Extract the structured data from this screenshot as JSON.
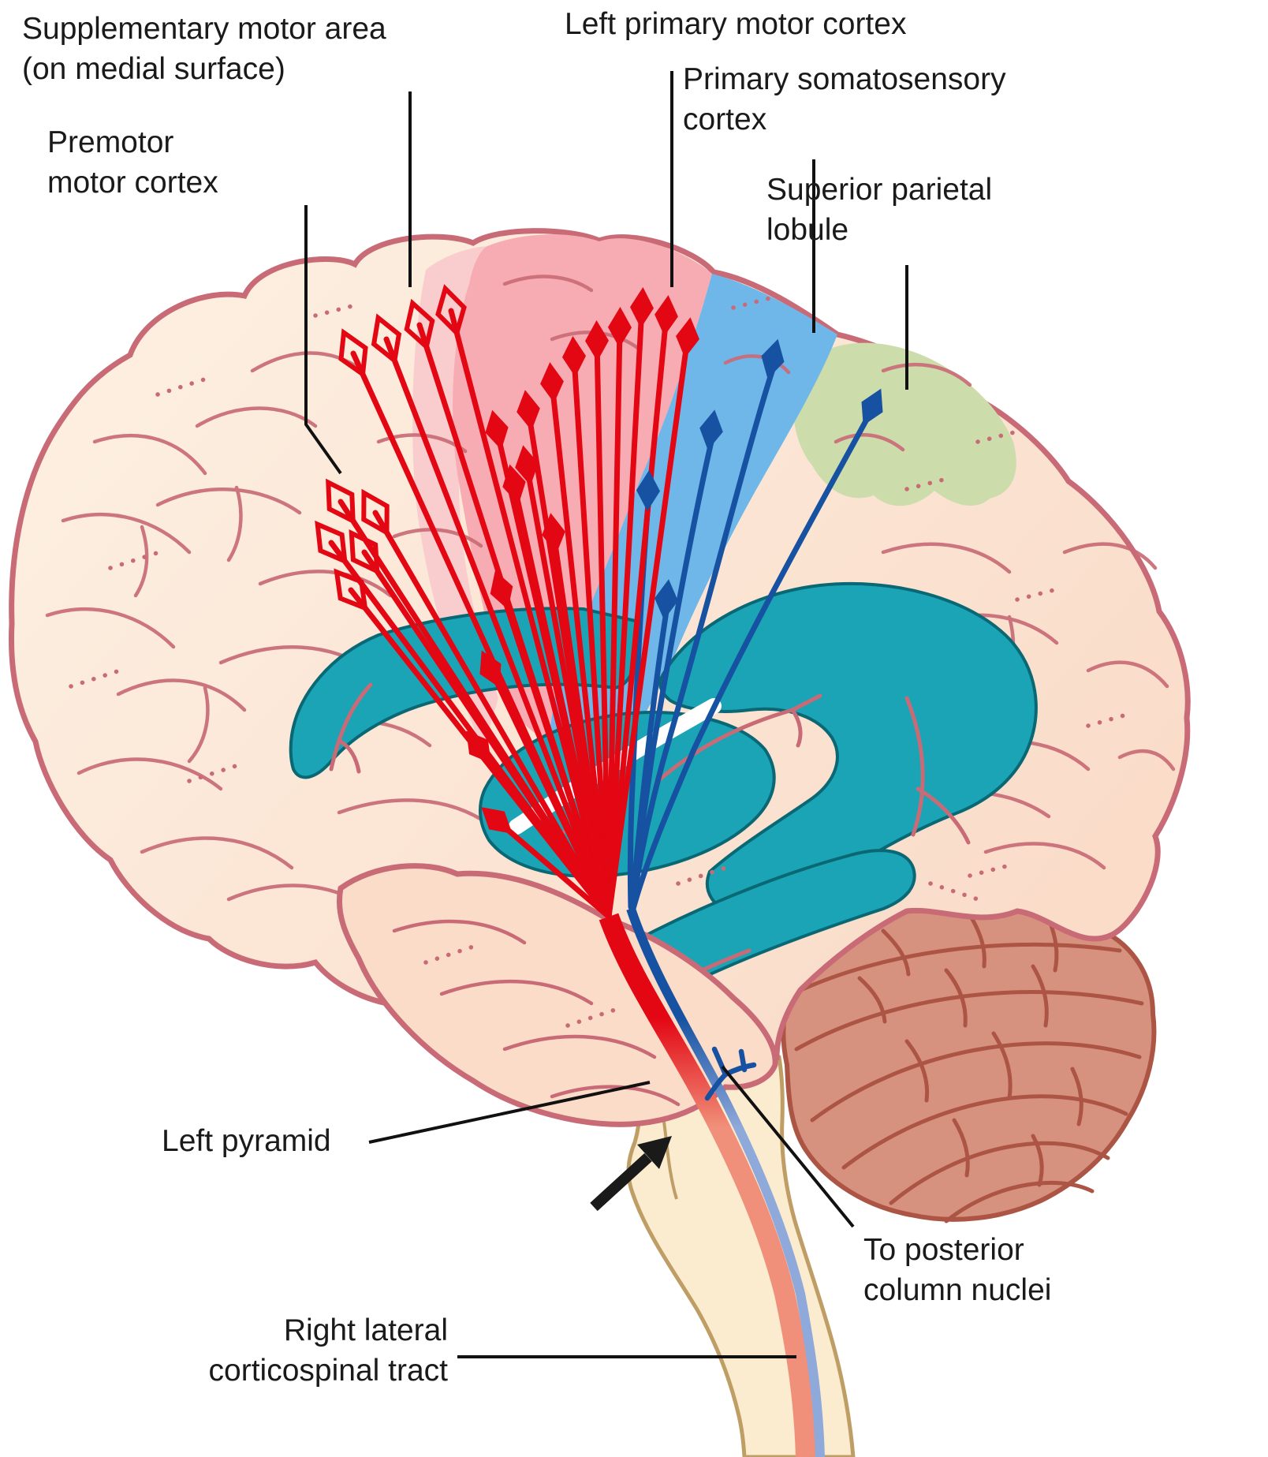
{
  "labels": {
    "sma": {
      "line1": "Supplementary motor area",
      "line2": "(on medial surface)"
    },
    "premotor": {
      "line1": "Premotor",
      "line2": "motor cortex"
    },
    "primary_motor": {
      "line1": "Left primary motor cortex"
    },
    "somatosensory": {
      "line1": "Primary somatosensory",
      "line2": "cortex"
    },
    "parietal": {
      "line1": "Superior parietal",
      "line2": "lobule"
    },
    "pyramid": {
      "line1": "Left pyramid"
    },
    "posterior": {
      "line1": "To posterior",
      "line2": "column nuclei"
    },
    "corticospinal": {
      "line1": "Right lateral",
      "line2": "corticospinal tract"
    }
  },
  "regions": [
    {
      "name": "supplementary-motor-area",
      "color": "#f8c6cb"
    },
    {
      "name": "premotor-cortex",
      "color": "#fbdfce"
    },
    {
      "name": "primary-motor-cortex",
      "color": "#f7abb3"
    },
    {
      "name": "primary-somatosensory-cortex",
      "color": "#6fb6e9"
    },
    {
      "name": "superior-parietal-lobule",
      "color": "#cddcab"
    },
    {
      "name": "deep-nuclei-ventricles",
      "color": "#1ba4b5"
    },
    {
      "name": "cerebellum",
      "color": "#d7917f"
    },
    {
      "name": "brainstem-spinal-cord",
      "color": "#fbeccf"
    }
  ],
  "neurons": {
    "red_filled": 16,
    "red_open": 9,
    "blue_filled": 5
  },
  "palette": {
    "cortex": "#fadcc9",
    "cortex_light": "#fdf0e2",
    "outline": "#c96b76",
    "motor_pink": "#f7abb3",
    "sma_pink": "#f8c6cb",
    "sensory_blue": "#6fb6e9",
    "parietal_green": "#cddcab",
    "teal": "#1ba4b5",
    "teal_outline": "#0a6875",
    "red": "#e30613",
    "dark_blue": "#1652a1",
    "cerebellum": "#d7917f",
    "cerebellum_outline": "#ad5544",
    "brainstem": "#fbeccf",
    "brainstem_outline": "#bf9e66",
    "tract_salmon": "#f0907a",
    "tract_light_blue": "#8fa9da",
    "text": "#1a1a1a",
    "leader": "#111111"
  }
}
